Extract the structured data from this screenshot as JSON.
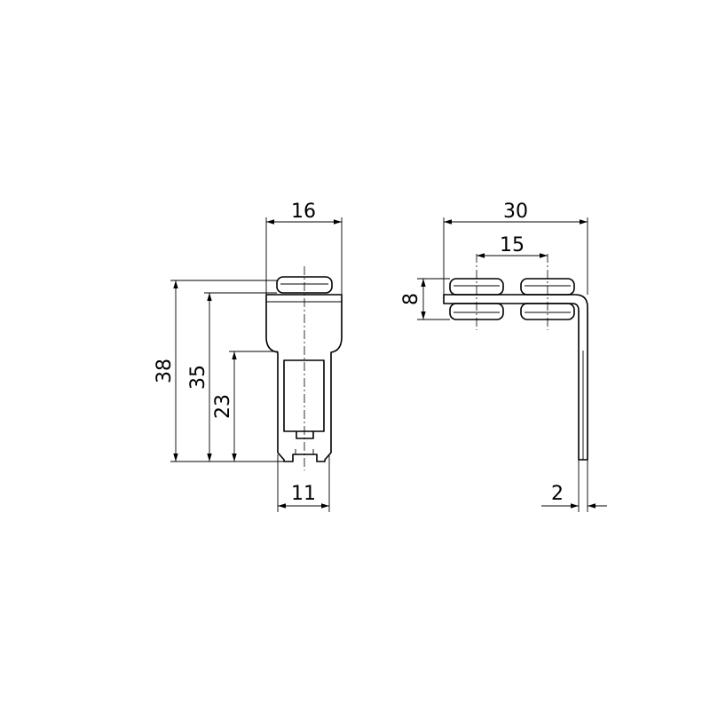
{
  "drawing": {
    "colors": {
      "line": "#000000",
      "background": "#ffffff"
    },
    "front_view": {
      "dimensions": {
        "top_width": "16",
        "bottom_width": "11",
        "total_height": "38",
        "wheel_center_height": "35",
        "lower_body_height": "23"
      }
    },
    "side_view": {
      "dimensions": {
        "total_width": "30",
        "wheel_spacing": "15",
        "wheel_offset": "8",
        "plate_thickness": "2"
      }
    }
  }
}
